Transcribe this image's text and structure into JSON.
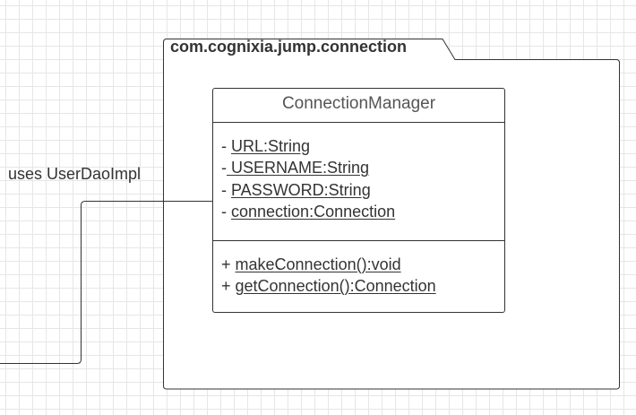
{
  "package": {
    "name": "com.cognixia.jump.connection"
  },
  "class": {
    "name": "ConnectionManager",
    "attributes": [
      {
        "visibility": "- ",
        "name": "URL:String"
      },
      {
        "visibility": "-",
        "name": " USERNAME:String"
      },
      {
        "visibility": "- ",
        "name": "PASSWORD:String"
      },
      {
        "visibility": "- ",
        "name": "connection:Connection"
      }
    ],
    "methods": [
      {
        "visibility": "+ ",
        "name": "makeConnection():void"
      },
      {
        "visibility": "+ ",
        "name": "getConnection():Connection"
      }
    ]
  },
  "association": {
    "label": "uses UserDaoImpl"
  },
  "colors": {
    "line": "#333333",
    "grid": "#e6e6e6",
    "background": "#ffffff"
  }
}
